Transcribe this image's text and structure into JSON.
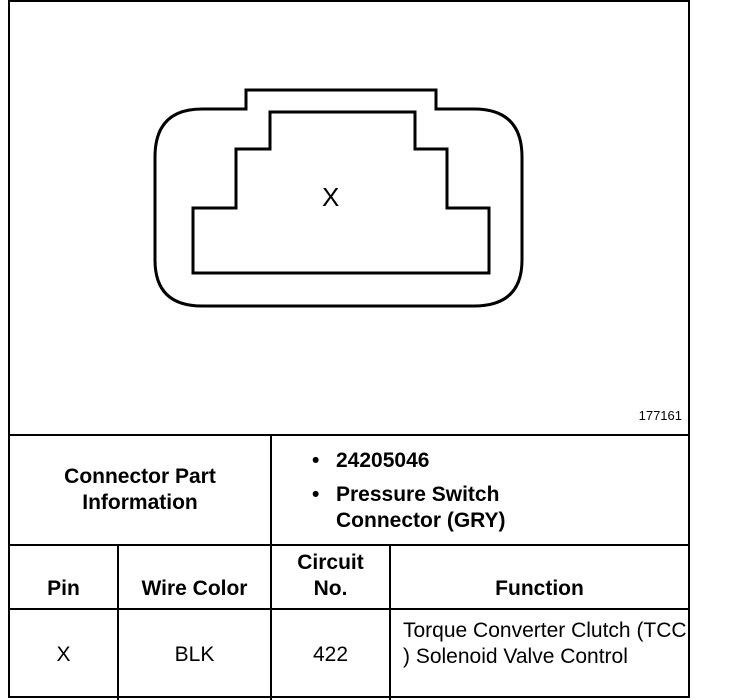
{
  "diagram": {
    "pin_label": "X",
    "figure_id": "177161"
  },
  "connector_info": {
    "label": "Connector Part Information",
    "bullets": [
      {
        "marker": "•",
        "text": "24205046"
      },
      {
        "marker": "•",
        "text": "Pressure Switch Connector (GRY)"
      }
    ]
  },
  "table": {
    "headers": {
      "pin": "Pin",
      "wire_color": "Wire Color",
      "circuit": "Circuit No.",
      "function": "Function"
    },
    "rows": [
      {
        "pin": "X",
        "wire_color": "BLK",
        "circuit": "422",
        "function": "Torque Converter Clutch (TCC ) Solenoid Valve Control"
      }
    ]
  }
}
